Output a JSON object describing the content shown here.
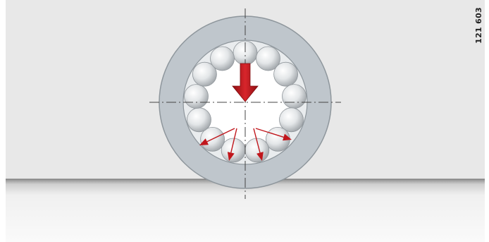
{
  "figure": {
    "id_label": "121 603",
    "elements": {
      "housing": "housing",
      "outer_ring": "outer-ring",
      "inner_ring": "inner-ring",
      "rolling_elements": "balls",
      "load_arrow": "radial-load-arrow",
      "reaction_arrows": "load-distribution-arrows"
    },
    "counts": {
      "ball_count": 13,
      "reaction_arrow_count": 4
    },
    "colors": {
      "background": "#e8e8e8",
      "ring": "#bfc6cc",
      "ring_edge": "#8e969c",
      "inner_ring_bg": "#ffffff",
      "ball_highlight": "#ffffff",
      "ball_shade": "#b7bcc0",
      "arrow": "#c0161c",
      "centerline": "#444444",
      "base_top": "#9b9b9b",
      "base_fill": "#f6f6f6"
    }
  }
}
